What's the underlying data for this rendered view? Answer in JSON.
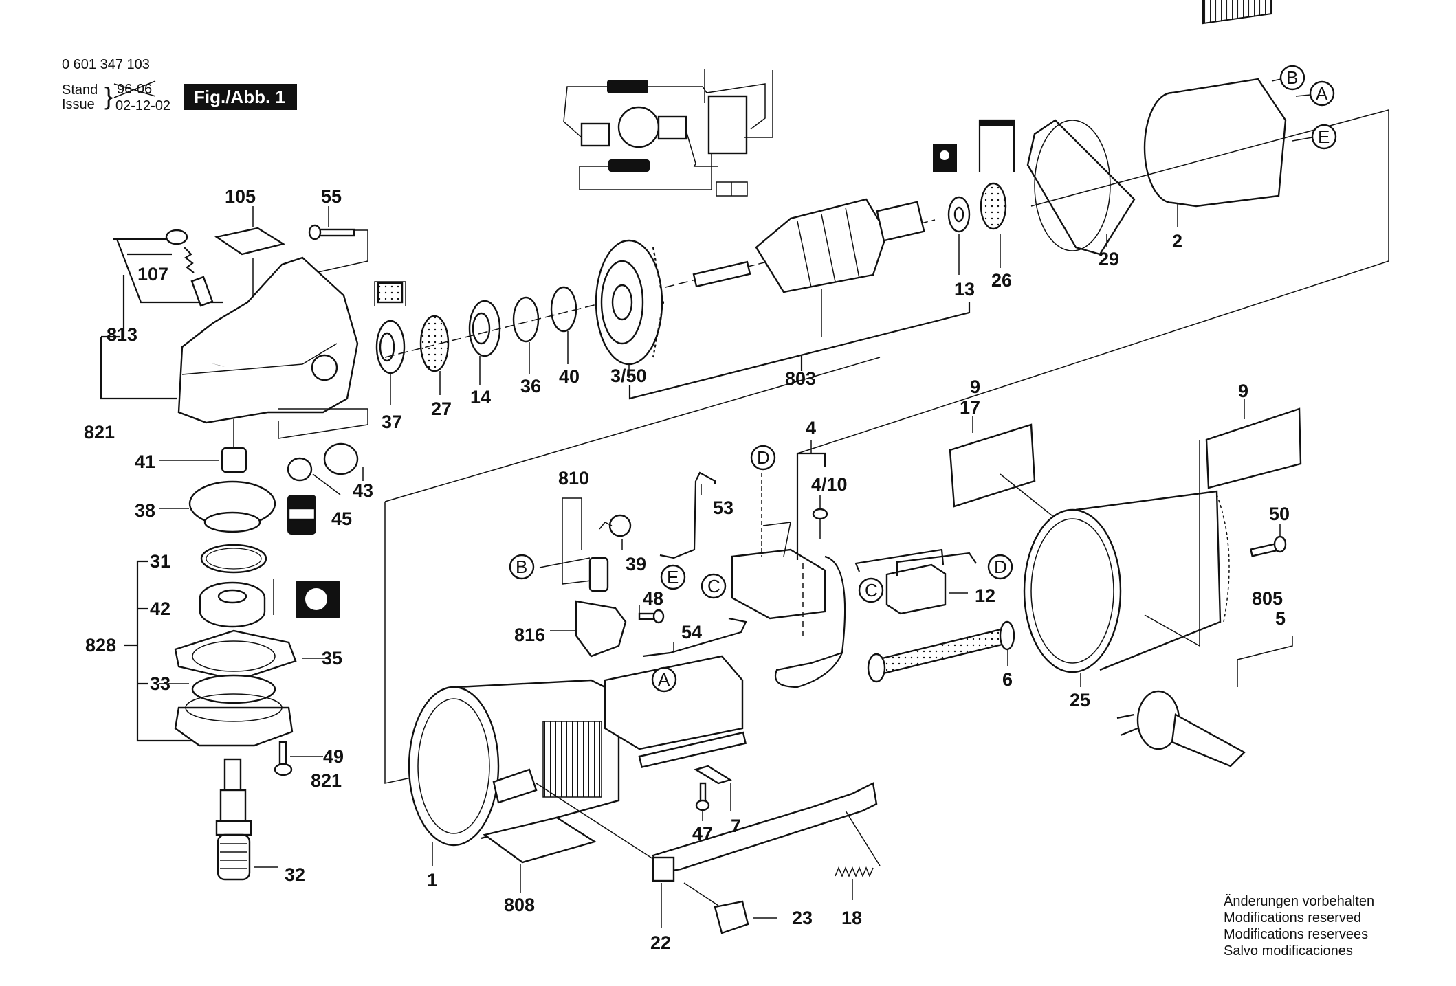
{
  "header": {
    "part_number": "0 601 347 103",
    "stand_label": "Stand",
    "issue_label": "Issue",
    "old_date": "96-06",
    "issue_date": "02-12-02",
    "figure_label": "Fig./Abb. 1"
  },
  "labels": {
    "p105": "105",
    "p55": "55",
    "p107": "107",
    "p813": "813",
    "p821": "821",
    "p37": "37",
    "p27": "27",
    "p14": "14",
    "p36": "36",
    "p40": "40",
    "p3_50": "3/50",
    "p803": "803",
    "p13": "13",
    "p26": "26",
    "p29": "29",
    "p2": "2",
    "p41": "41",
    "p38": "38",
    "p43": "43",
    "p45": "45",
    "p31": "31",
    "p42": "42",
    "p828": "828",
    "p35": "35",
    "p33": "33",
    "p49": "49",
    "p821b": "821",
    "p32": "32",
    "p810": "810",
    "p53": "53",
    "p39": "39",
    "p48": "48",
    "p816": "816",
    "p54": "54",
    "p4": "4",
    "p4_10": "4/10",
    "p12": "12",
    "p6": "6",
    "p25": "25",
    "p9a": "9",
    "p17": "17",
    "p9b": "9",
    "p50": "50",
    "p805": "805",
    "p5": "5",
    "p1": "1",
    "p808": "808",
    "p22": "22",
    "p23": "23",
    "p18": "18",
    "p47": "47",
    "p7": "7"
  },
  "connectors": {
    "stator_B": "B",
    "stator_A": "A",
    "stator_E": "E",
    "cap_B": "B",
    "wire_E": "E",
    "switch_D": "D",
    "switch_C": "C",
    "brush_C": "C",
    "brush_D": "D",
    "housing_A": "A"
  },
  "notes": [
    "Änderungen vorbehalten",
    "Modifications reserved",
    "Modifications reservees",
    "Salvo modificaciones"
  ]
}
